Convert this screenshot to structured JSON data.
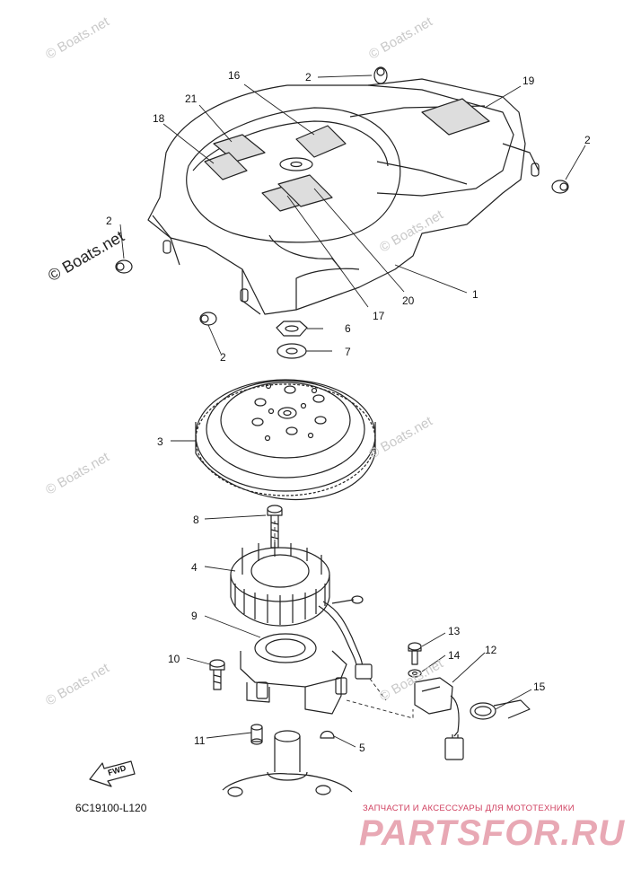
{
  "diagram": {
    "reference_code": "6C19100-L120",
    "fwd_label": "FWD",
    "callouts": [
      "1",
      "2",
      "2",
      "2",
      "2",
      "3",
      "4",
      "5",
      "6",
      "7",
      "8",
      "9",
      "10",
      "11",
      "12",
      "13",
      "14",
      "15",
      "16",
      "17",
      "18",
      "19",
      "20",
      "21"
    ]
  },
  "watermarks": {
    "text": "© Boats.net"
  },
  "shop_banner": {
    "tagline": "ЗАПЧАСТИ И АКСЕССУАРЫ ДЛЯ МОТОТЕХНИКИ",
    "logo": "PARTSFOR.RU"
  },
  "colors": {
    "line": "#222222",
    "watermark": "#c9c9c9",
    "shop_logo": "#e8a8b4",
    "shop_tag": "#d04060"
  }
}
